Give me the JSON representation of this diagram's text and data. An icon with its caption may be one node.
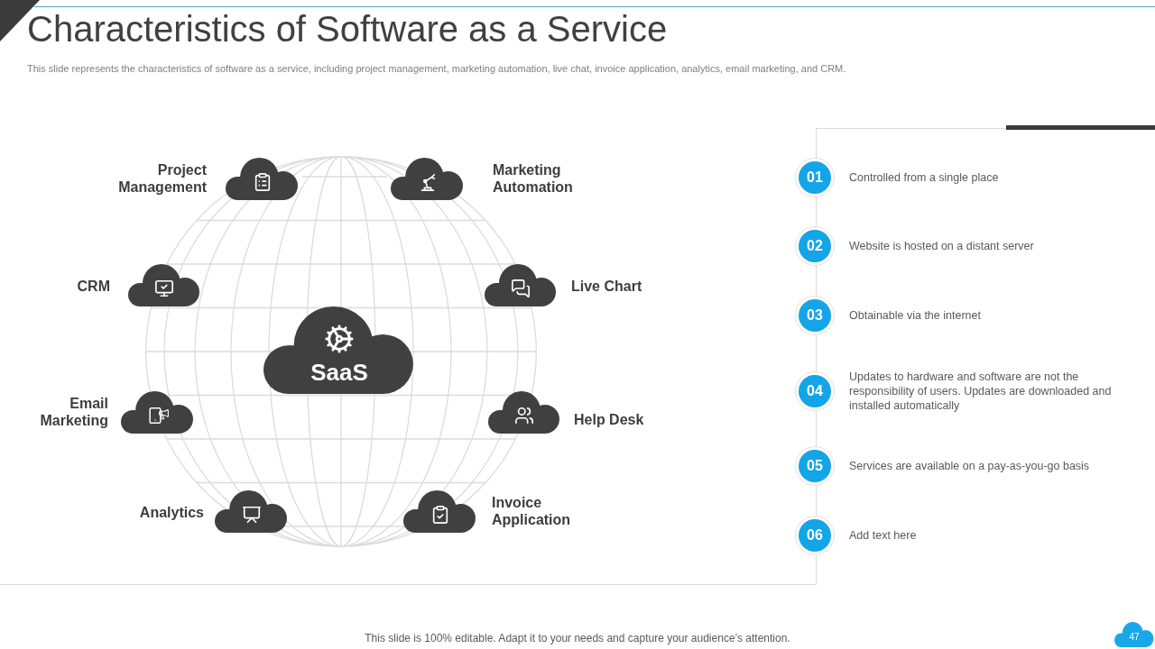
{
  "diagram": {
    "title": "Characteristics of Software as a Service",
    "nodes": [
      {
        "text": [],
        "shape": "cloud",
        "beside": [
          "Project Management"
        ]
      },
      {
        "text": [],
        "shape": "cloud",
        "beside": [
          "Marketing Automation"
        ]
      },
      {
        "text": [],
        "shape": "cloud",
        "beside": [
          "CRM"
        ]
      },
      {
        "text": [],
        "shape": "cloud",
        "beside": [
          "Live Chart"
        ]
      },
      {
        "text": [
          "SaaS"
        ]
      },
      {
        "text": [],
        "shape": "cloud",
        "beside": [
          "Email Marketing"
        ]
      },
      {
        "text": [],
        "shape": "cloud",
        "beside": [
          "Help Desk"
        ]
      },
      {
        "text": [],
        "shape": "cloud",
        "beside": [
          "Analytics"
        ]
      },
      {
        "text": [],
        "shape": "cloud",
        "beside": [
          "Invoice Application"
        ]
      },
      {
        "text": [
          "01"
        ],
        "beside": [
          "Controlled from a single place"
        ]
      },
      {
        "text": [
          "02"
        ],
        "beside": [
          "Website is hosted on a distant server"
        ]
      },
      {
        "text": [
          "03"
        ],
        "beside": [
          "Obtainable via the internet"
        ]
      },
      {
        "text": [
          "04"
        ],
        "beside": [
          "Updates to hardware and software are not the responsibility of users. Updates are downloaded and installed automatically"
        ]
      },
      {
        "text": [
          "05"
        ],
        "beside": [
          "Services are available on a pay-as-you-go basis"
        ]
      },
      {
        "text": [
          "06"
        ],
        "beside": [
          "Add text here"
        ]
      },
      {
        "text": [
          "47"
        ]
      }
    ],
    "labels": [
      "This slide represents the characteristics of software as a service, including project management, marketing automation, live chat, invoice application, analytics, email marketing, and CRM.",
      "This slide is 100% editable. Adapt it to your needs and capture your audience’s attention."
    ]
  }
}
